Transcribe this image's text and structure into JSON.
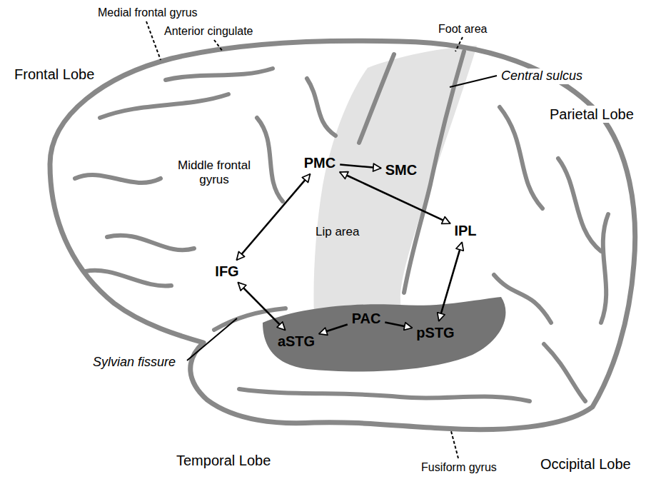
{
  "diagram": {
    "nodes": [
      {
        "text": [
          "PMC"
        ]
      },
      {
        "text": [
          "SMC"
        ]
      },
      {
        "text": [
          "IPL"
        ]
      },
      {
        "text": [
          "IFG"
        ]
      },
      {
        "text": [
          "PAC"
        ]
      },
      {
        "text": [
          "aSTG"
        ]
      },
      {
        "text": [
          "pSTG"
        ]
      }
    ],
    "edges": [
      {
        "from": 0,
        "to": 1,
        "arrow": "to"
      },
      {
        "from": 0,
        "to": 2,
        "arrow": "both"
      },
      {
        "from": 0,
        "to": 3,
        "arrow": "both"
      },
      {
        "from": 3,
        "to": 5,
        "arrow": "both"
      },
      {
        "from": 4,
        "to": 5,
        "arrow": "to"
      },
      {
        "from": 4,
        "to": 6,
        "arrow": "to"
      },
      {
        "from": 2,
        "to": 6,
        "arrow": "both"
      }
    ],
    "labels": [
      "Medial frontal gyrus",
      "Anterior cingulate",
      "Foot area",
      "Central sulcus",
      "Frontal Lobe",
      "Parietal Lobe",
      "Middle frontal gyrus",
      "Lip area",
      "Sylvian fissure",
      "Temporal Lobe",
      "Occipital Lobe",
      "Fusiform gyrus"
    ]
  }
}
